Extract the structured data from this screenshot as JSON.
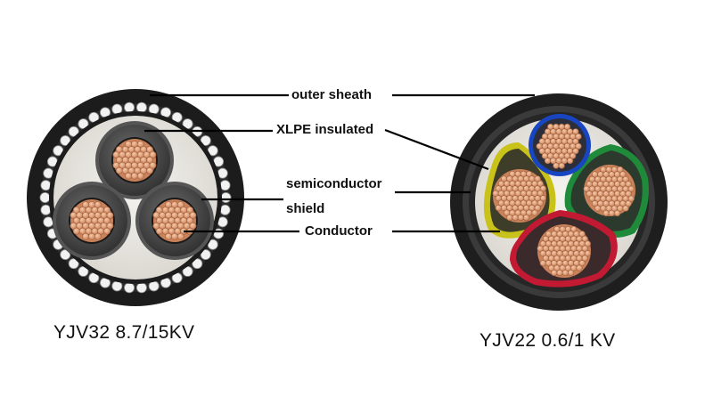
{
  "labels": {
    "outer_sheath": "outer sheath",
    "xlpe_insulated": "XLPE insulated",
    "semiconductor": "semiconductor",
    "shield": "shield",
    "conductor": "Conductor"
  },
  "captions": {
    "left_cable": "YJV32 8.7/15KV",
    "right_cable": "YJV22 0.6/1 KV"
  },
  "colors": {
    "sheath": "#1c1c1c",
    "armor_wire": "#f2f2f2",
    "filler": "#e9e7e2",
    "copper": "#e0a07a",
    "copper_dark": "#a2603f",
    "core_insulation": "#3b3b3b",
    "phase_blue": "#1846c2",
    "phase_yellow": "#c8c21a",
    "phase_green": "#1e8a3a",
    "phase_red": "#c21a32"
  }
}
